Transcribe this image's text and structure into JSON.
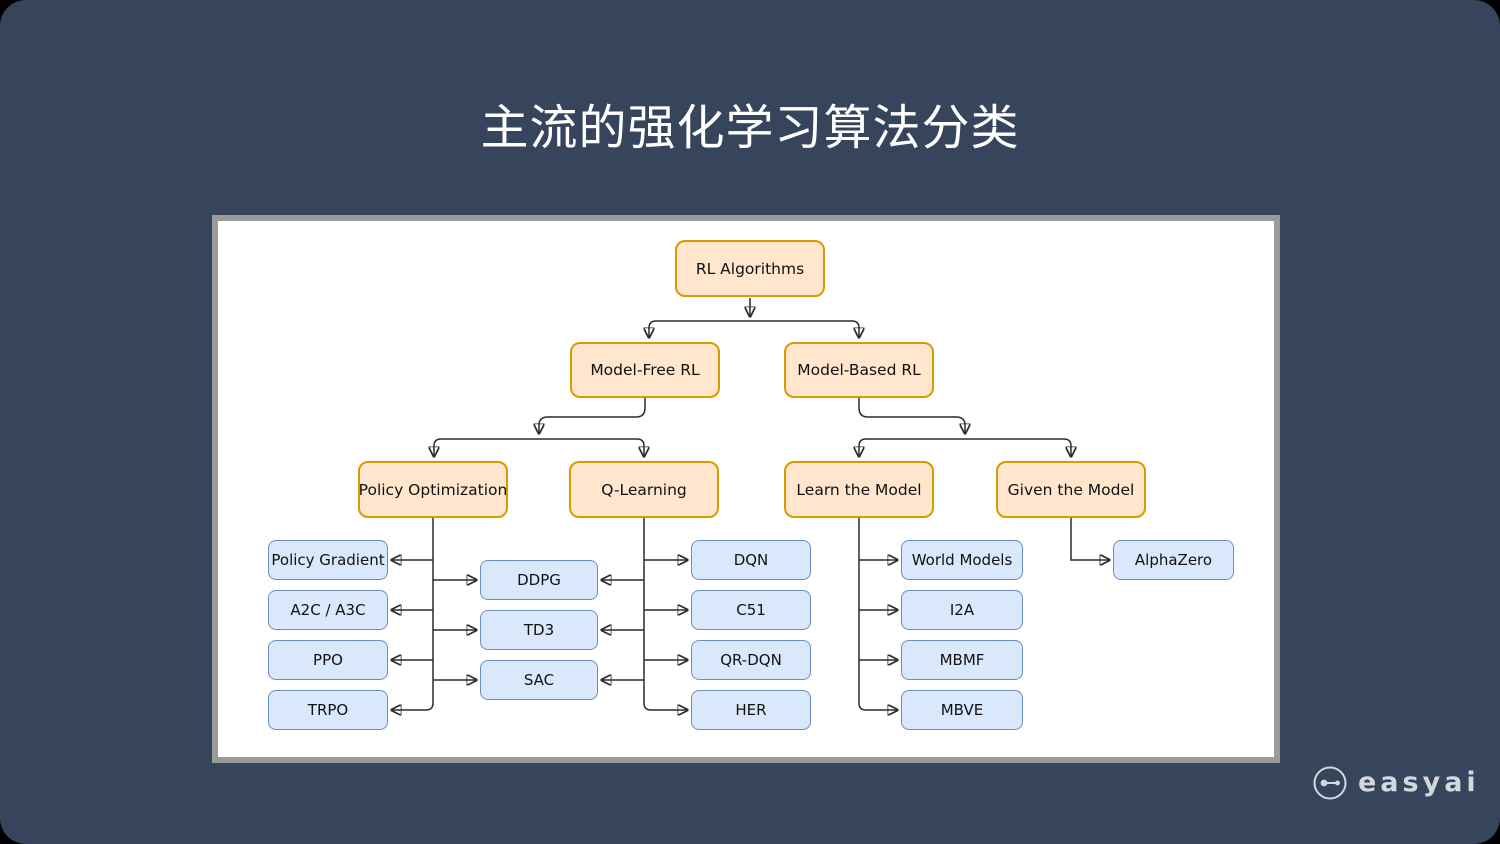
{
  "slide": {
    "title": "主流的强化学习算法分类",
    "background_color": "#36455C",
    "logo": {
      "text": "easyai",
      "icon": "easyai-robot-eyes-icon"
    }
  },
  "diagram": {
    "panel": {
      "background": "#FFFFFF",
      "border_color": "#9A9A9A"
    },
    "styles": {
      "category_fill": "#FFE6CC",
      "category_border": "#D79B00",
      "algorithm_fill": "#DAE8FC",
      "algorithm_border": "#6C8EBF",
      "connector_color": "#2B2B2B",
      "text_color": "#111111"
    },
    "nodes": {
      "root": "RL Algorithms",
      "model_free": "Model-Free RL",
      "model_based": "Model-Based RL",
      "policy_optimization": "Policy Optimization",
      "q_learning": "Q-Learning",
      "learn_the_model": "Learn the Model",
      "given_the_model": "Given the Model",
      "policy_gradient": "Policy Gradient",
      "a2c_a3c": "A2C / A3C",
      "ppo": "PPO",
      "trpo": "TRPO",
      "ddpg": "DDPG",
      "td3": "TD3",
      "sac": "SAC",
      "dqn": "DQN",
      "c51": "C51",
      "qr_dqn": "QR-DQN",
      "her": "HER",
      "world_models": "World Models",
      "i2a": "I2A",
      "mbmf": "MBMF",
      "mbve": "MBVE",
      "alphazero": "AlphaZero"
    },
    "edges": [
      [
        "RL Algorithms",
        "Model-Free RL"
      ],
      [
        "RL Algorithms",
        "Model-Based RL"
      ],
      [
        "Model-Free RL",
        "Policy Optimization"
      ],
      [
        "Model-Free RL",
        "Q-Learning"
      ],
      [
        "Model-Based RL",
        "Learn the Model"
      ],
      [
        "Model-Based RL",
        "Given the Model"
      ],
      [
        "Policy Optimization",
        "Policy Gradient"
      ],
      [
        "Policy Optimization",
        "A2C / A3C"
      ],
      [
        "Policy Optimization",
        "PPO"
      ],
      [
        "Policy Optimization",
        "TRPO"
      ],
      [
        "Policy Optimization",
        "DDPG"
      ],
      [
        "Policy Optimization",
        "TD3"
      ],
      [
        "Policy Optimization",
        "SAC"
      ],
      [
        "Q-Learning",
        "DDPG"
      ],
      [
        "Q-Learning",
        "TD3"
      ],
      [
        "Q-Learning",
        "SAC"
      ],
      [
        "Q-Learning",
        "DQN"
      ],
      [
        "Q-Learning",
        "C51"
      ],
      [
        "Q-Learning",
        "QR-DQN"
      ],
      [
        "Q-Learning",
        "HER"
      ],
      [
        "Learn the Model",
        "World Models"
      ],
      [
        "Learn the Model",
        "I2A"
      ],
      [
        "Learn the Model",
        "MBMF"
      ],
      [
        "Learn the Model",
        "MBVE"
      ],
      [
        "Given the Model",
        "AlphaZero"
      ]
    ]
  }
}
